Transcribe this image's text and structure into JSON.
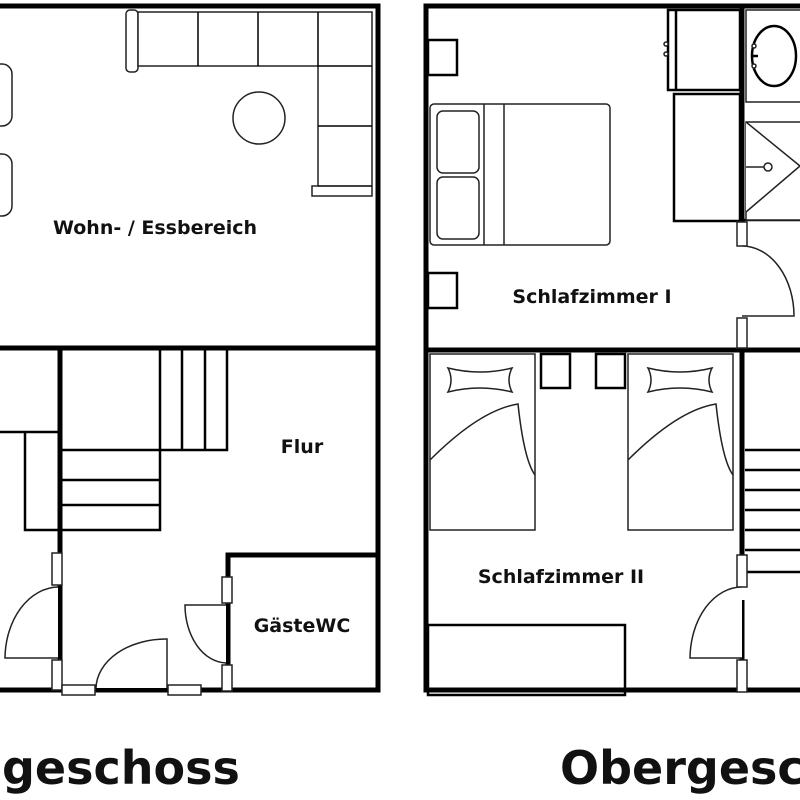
{
  "ground_floor": {
    "title": "geschoss",
    "rooms": {
      "living": "Wohn- / Essbereich",
      "hall": "Flur",
      "guest_wc": "GästeWC"
    }
  },
  "upper_floor": {
    "title": "Obergesc",
    "rooms": {
      "bedroom1": "Schlafzimmer I",
      "bedroom2": "Schlafzimmer II"
    }
  },
  "colors": {
    "wall": "#000000",
    "background": "#ffffff"
  }
}
